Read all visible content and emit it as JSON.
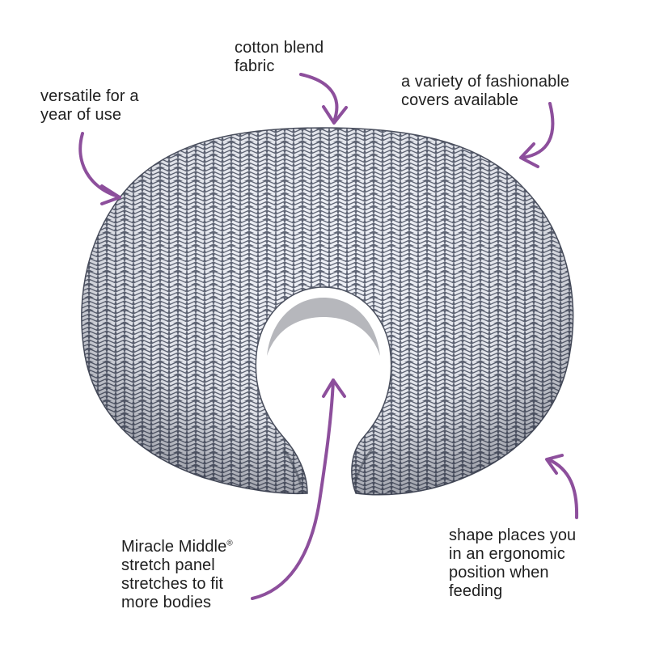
{
  "product": {
    "name": "nursing pillow",
    "fabric_colors": {
      "base": "#5d6373",
      "pattern_light": "#eef0f6",
      "pattern_dark": "#4c5263",
      "shadow": "#3e4352"
    }
  },
  "accent_color": "#8d4f9c",
  "callouts": {
    "versatile": {
      "lines": [
        "versatile for a",
        "year of use"
      ]
    },
    "fabric": {
      "lines": [
        "cotton blend",
        "fabric"
      ]
    },
    "covers": {
      "lines": [
        "a variety of fashionable",
        "covers available"
      ]
    },
    "miracle": {
      "line1": "Miracle Middle",
      "registered": "®",
      "lines": [
        "stretch panel",
        "stretches to fit",
        "more bodies"
      ]
    },
    "shape": {
      "lines": [
        "shape places you",
        "in an ergonomic",
        "position when",
        "feeding"
      ]
    }
  }
}
